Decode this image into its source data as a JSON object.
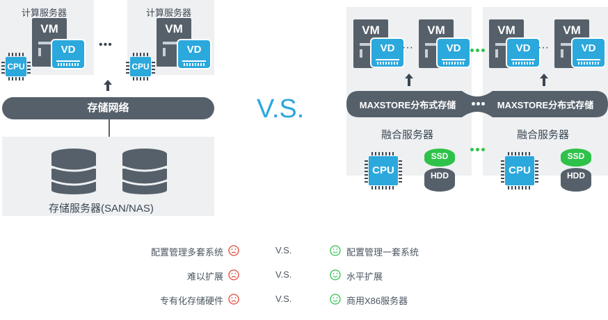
{
  "left": {
    "compute_server_label": "计算服务器",
    "vm_label": "VM",
    "vd_label": "VD",
    "cpu_label": "CPU",
    "ellipsis": "•••",
    "storage_network_label": "存储网络",
    "storage_server_label": "存储服务器(SAN/NAS)"
  },
  "vs_label": "V.S.",
  "right": {
    "vm_label": "VM",
    "vd_label": "VD",
    "cpu_label": "CPU",
    "ssd_label": "SSD",
    "hdd_label": "HDD",
    "maxstore_label": "MAXSTORE分布式存储",
    "converged_server_label": "融合服务器",
    "ellipsis": "···"
  },
  "comparison": [
    {
      "left": "配置管理多套系统",
      "vs": "V.S.",
      "right": "配置管理一套系统"
    },
    {
      "left": "难以扩展",
      "vs": "V.S.",
      "right": "水平扩展"
    },
    {
      "left": "专有化存储硬件",
      "vs": "V.S.",
      "right": "商用X86服务器"
    }
  ],
  "colors": {
    "accent_blue": "#2ba8dc",
    "dark_gray": "#56606a",
    "panel_gray": "#eef0f2",
    "green": "#2fc24a",
    "red": "#e0473c"
  },
  "icons": {
    "sad": "sad-face-icon",
    "happy": "happy-face-icon"
  }
}
